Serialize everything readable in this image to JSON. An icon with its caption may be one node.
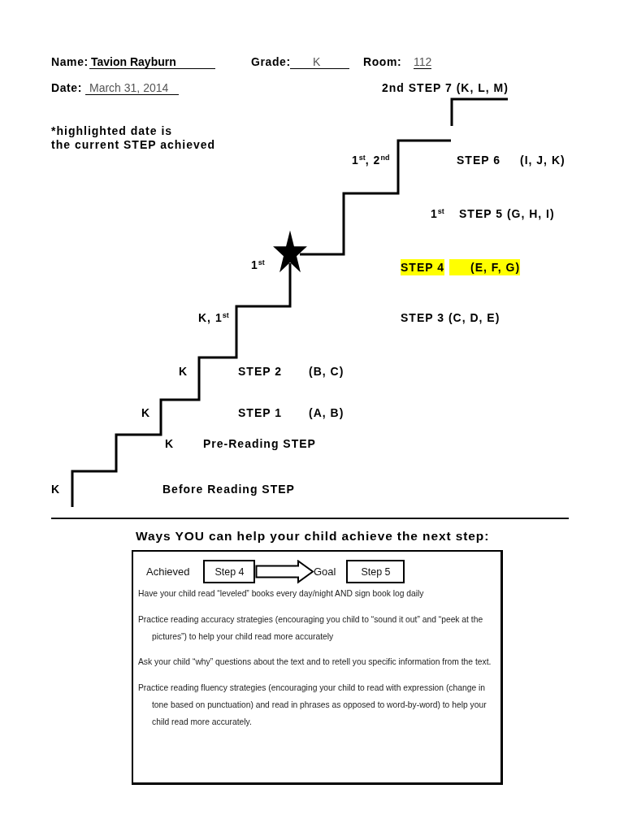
{
  "diagram": {
    "nodes": [
      {
        "text": [
          "Have your child read “leveled” books every day/night AND sign book log daily",
          "Practice reading accuracy strategies (encouraging you child to “sound it out” and “peek at the pictures”) to help your child read more accurately",
          "Ask your child “why” questions about the text and to retell you specific information from the text.",
          "Practice reading fluency strategies (encouraging your child to read with expression (change in tone based on punctuation) and read in phrases as opposed to word-by-word) to help your child read more accurately."
        ]
      },
      {
        "text": [
          "Achieved",
          "Step 4"
        ],
        "in": 0
      },
      {
        "text": [
          "Goal",
          "Step 5"
        ],
        "in": 0
      }
    ],
    "edges": [
      {
        "from": 1,
        "to": 2,
        "arrow": "to"
      }
    ],
    "labels": [
      "Name:",
      "Tavion Rayburn",
      "Grade:",
      "K",
      "Room:",
      "112",
      "Date:",
      "March 31, 2014",
      "2nd STEP 7 (K, L, M)",
      "*highlighted date is the current STEP achieved",
      "1$^{st}$, 2$^{nd}$",
      "STEP 6",
      "(I, J, K)",
      "1$^{st}$",
      "STEP 5 (G, H, I)",
      "1$^{st}$",
      "STEP 4",
      "(E, F, G)",
      "K, 1$^{st}$",
      "STEP 3 (C, D, E)",
      "K",
      "STEP 2",
      "(B, C)",
      "K",
      "STEP 1",
      "(A, B)",
      "K",
      "Pre-Reading STEP",
      "K",
      "Before Reading STEP",
      "Ways YOU can help your child achieve the next step:"
    ]
  }
}
